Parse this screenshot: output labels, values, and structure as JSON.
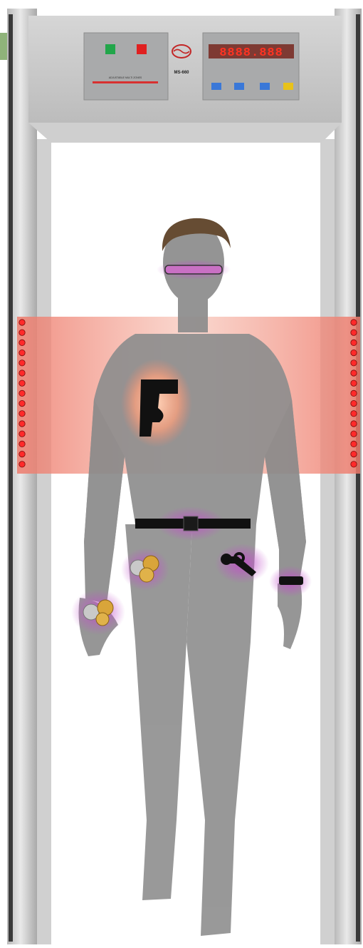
{
  "panel": {
    "model_label": "MS-660",
    "small_caption": "ADJUSTABLE MULTI ZONES",
    "led_display": "8888.888",
    "led_color": "#ff3322",
    "indicator_colors": {
      "ok_light": "#22a64a",
      "alarm_light": "#e02020"
    },
    "buttons": [
      {
        "id": "btn-1",
        "color": "#3a78d8"
      },
      {
        "id": "btn-2",
        "color": "#3a78d8"
      },
      {
        "id": "btn-3",
        "color": "#3a78d8"
      },
      {
        "id": "btn-4",
        "color": "#e8c21a"
      }
    ]
  },
  "detection": {
    "zone_color": "#f07a6a",
    "highlight_color": "#b040b0",
    "detected_items": [
      "handgun",
      "belt buckle",
      "coins",
      "keys",
      "wristwatch",
      "glasses"
    ]
  },
  "gate": {
    "frame_color": "#d8d8d8",
    "panel_color": "#bfbfbf",
    "zone_light_color": "#ff2a2a"
  }
}
